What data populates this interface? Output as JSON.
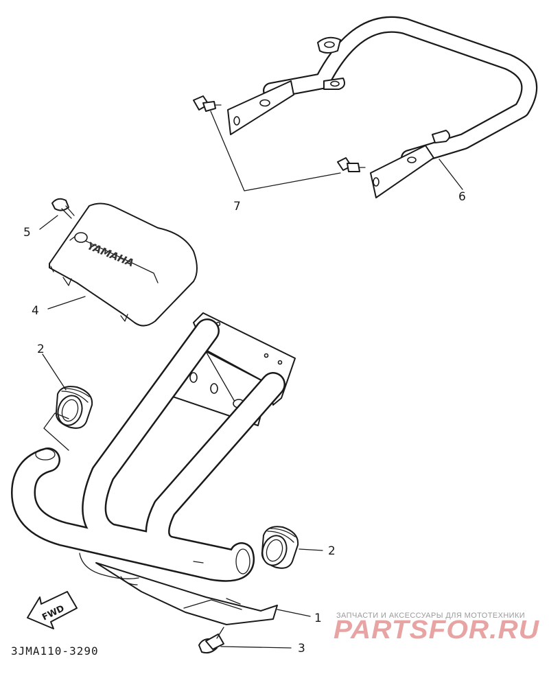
{
  "diagram": {
    "drawing_code": "3JMA110-3290",
    "fwd_label": "FWD",
    "cover_logo": "YAMAHA",
    "callouts": [
      {
        "id": "1",
        "label": "1"
      },
      {
        "id": "2a",
        "label": "2"
      },
      {
        "id": "2b",
        "label": "2"
      },
      {
        "id": "3",
        "label": "3"
      },
      {
        "id": "4",
        "label": "4"
      },
      {
        "id": "5",
        "label": "5"
      },
      {
        "id": "6",
        "label": "6"
      },
      {
        "id": "7",
        "label": "7"
      }
    ]
  },
  "watermark": {
    "subtitle": "ЗАПЧАСТИ И АКСЕССУАРЫ ДЛЯ МОТОТЕХНИКИ",
    "brand": "PARTSFOR.RU",
    "color": "#e8a3a3"
  }
}
